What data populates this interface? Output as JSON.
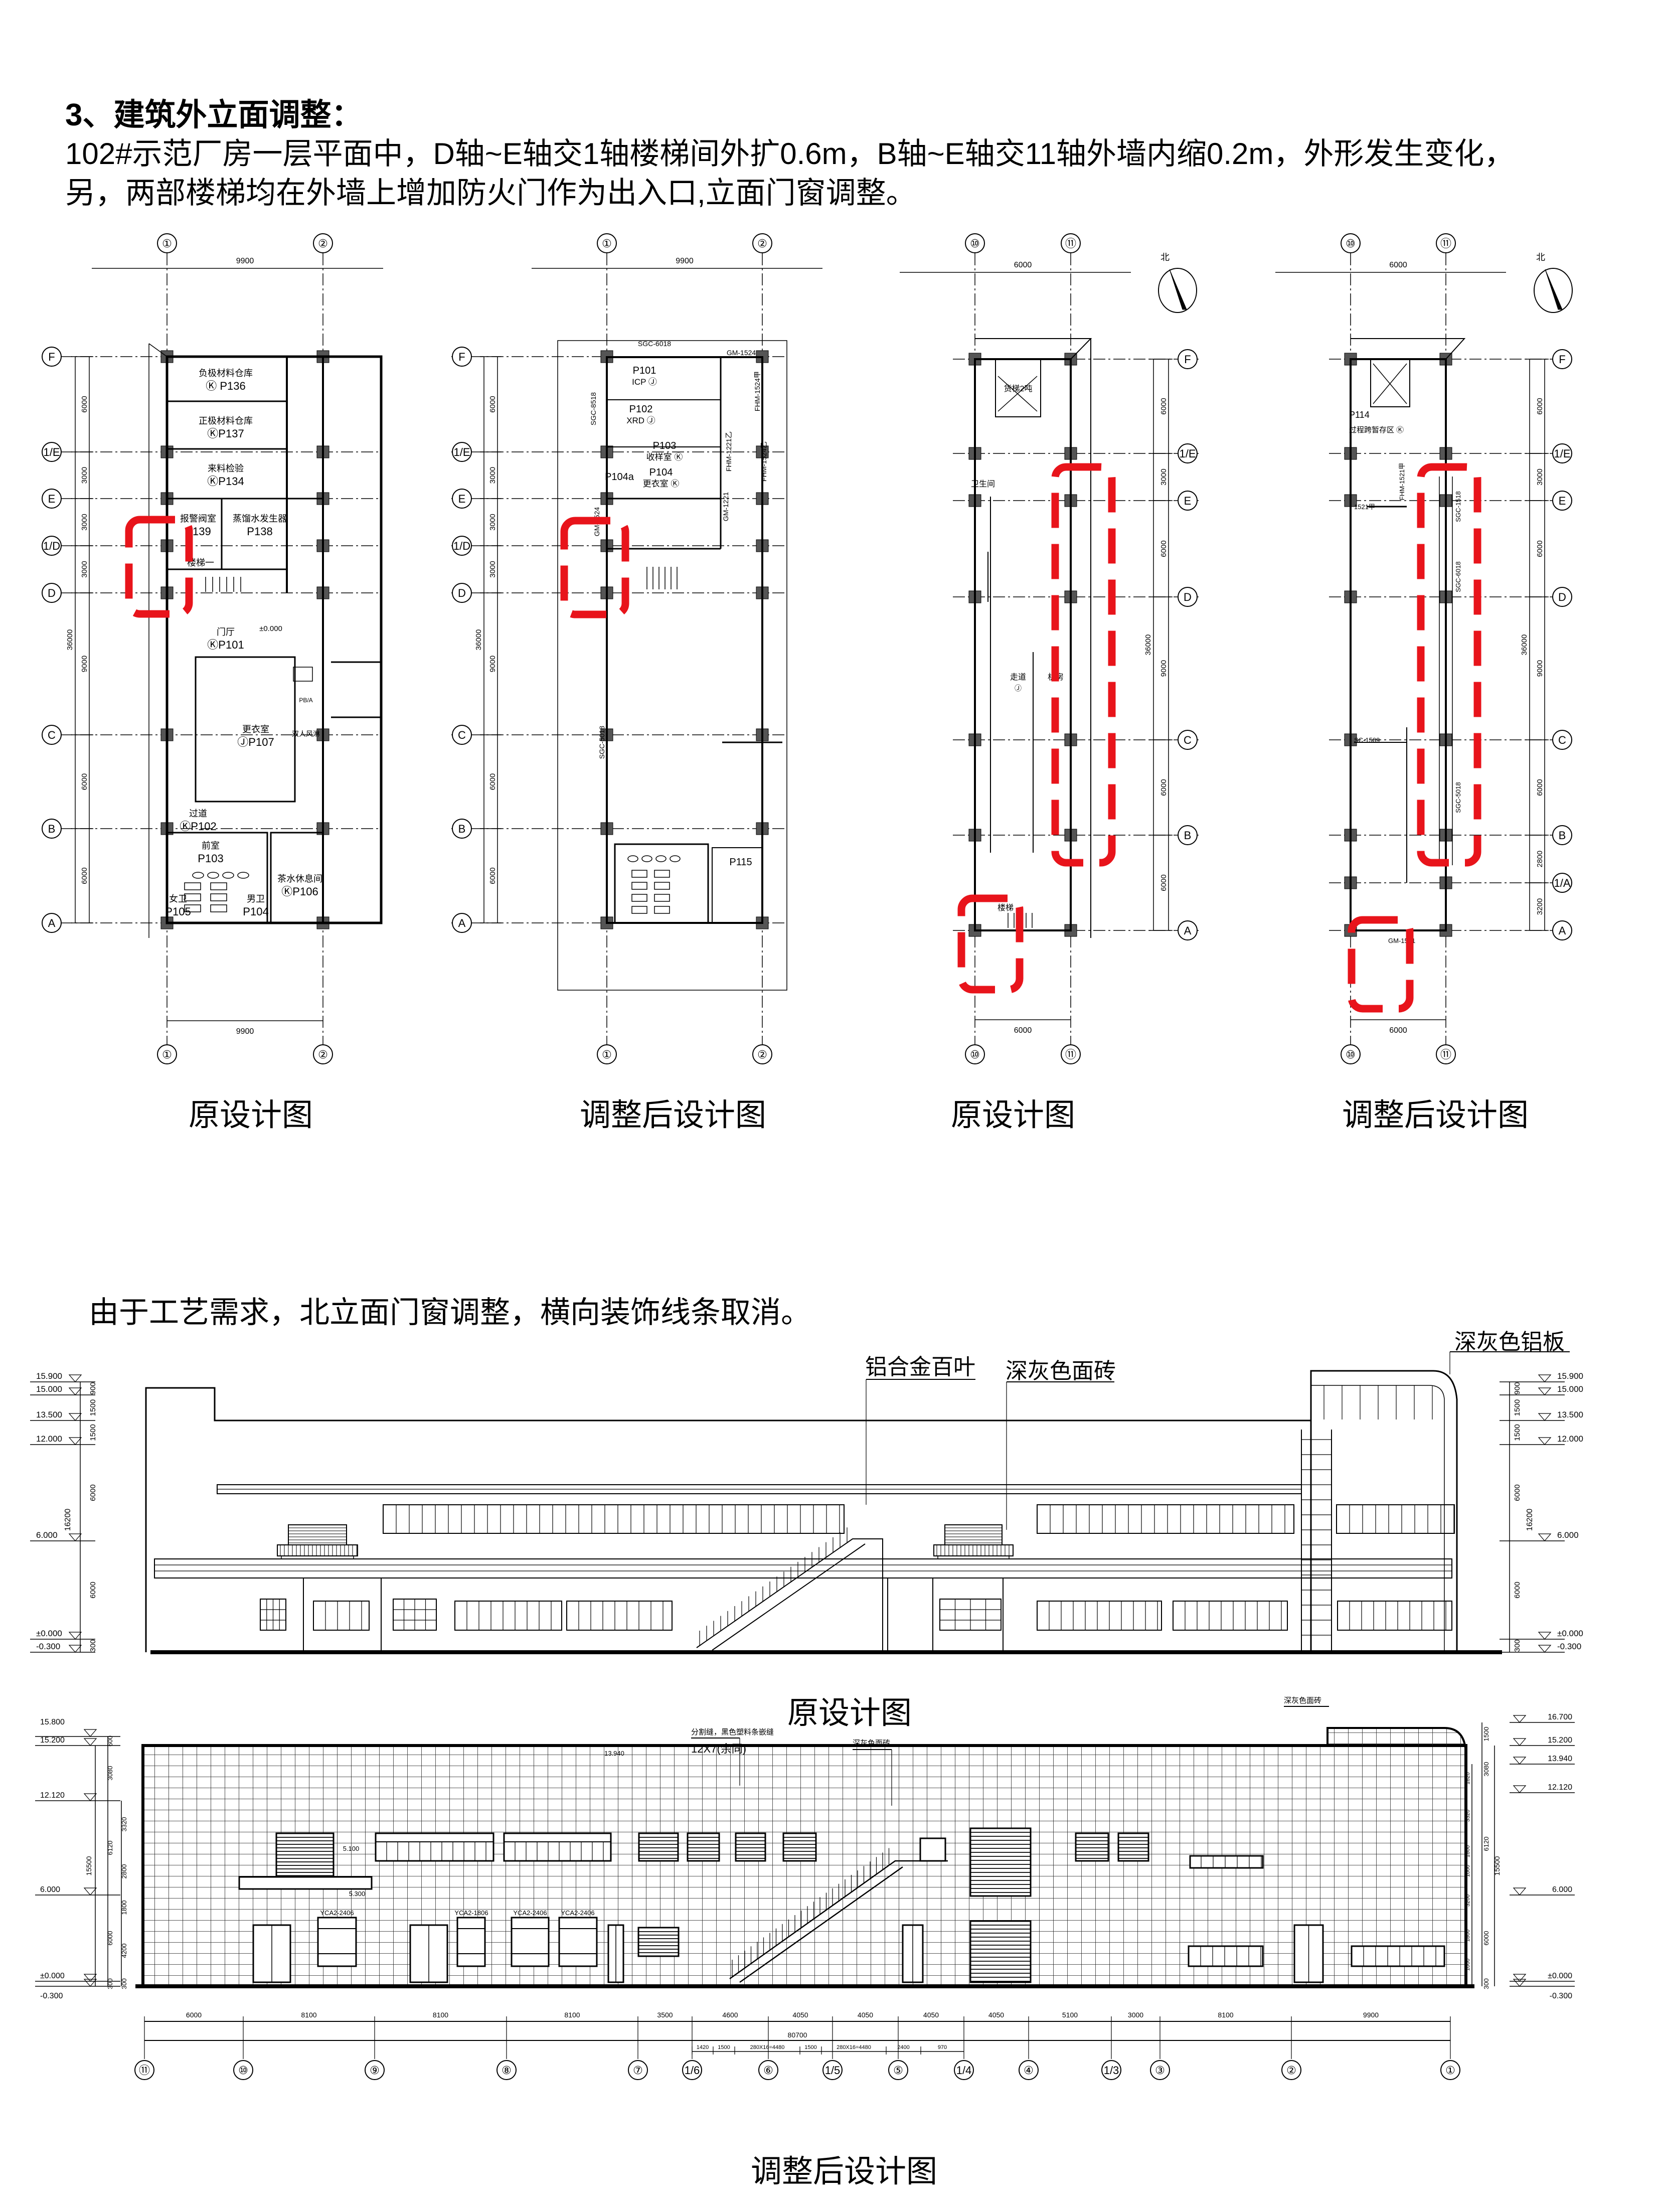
{
  "header": {
    "title": "3、建筑外立面调整：",
    "line1": "102#示范厂房一层平面中，D轴~E轴交1轴楼梯间外扩0.6m，B轴~E轴交11轴外墙内缩0.2m，外形发生变化，",
    "line2": "另，两部楼梯均在外墙上增加防火门作为出入口,立面门窗调整。"
  },
  "captions": {
    "plan1": "原设计图",
    "plan2": "调整后设计图",
    "plan3": "原设计图",
    "plan4": "调整后设计图",
    "elev1": "原设计图",
    "elev2": "调整后设计图"
  },
  "note": "由于工艺需求，北立面门窗调整，横向装饰线条取消。",
  "colors": {
    "highlight": "#e8141b",
    "line": "#000000"
  },
  "plans": [
    {
      "cols": [
        "①",
        "②"
      ],
      "rows": [
        "F",
        "1/E",
        "E",
        "1/D",
        "D",
        "C",
        "B",
        "A"
      ],
      "top_dim": "9900",
      "bottom_dim": "9900",
      "side_dims": [
        "6000",
        "3000",
        "3000",
        "3000",
        "9000",
        "6000",
        "6000"
      ],
      "total": "36000",
      "rooms": [
        {
          "name": "负极材料仓库",
          "code": "Ⓚ P136"
        },
        {
          "name": "正极材料仓库",
          "code": "ⓀP137"
        },
        {
          "name": "来料检验",
          "code": "ⓀP134"
        },
        {
          "name": "报警阀室",
          "code": "P139"
        },
        {
          "name": "蒸馏水发生器",
          "code": "P138"
        },
        {
          "name": "楼梯一",
          "code": ""
        },
        {
          "name": "门厅",
          "code": "ⓀP101"
        },
        {
          "name": "更衣室",
          "code": "ⒿP107"
        },
        {
          "name": "过道",
          "code": "ⓀP102"
        },
        {
          "name": "前室",
          "code": "P103"
        },
        {
          "name": "女卫",
          "code": "P105"
        },
        {
          "name": "男卫",
          "code": "P104"
        },
        {
          "name": "茶水休息间",
          "code": "ⓀP106"
        }
      ],
      "tags": [
        "±0.000",
        "双人风淋",
        "PB/A"
      ]
    },
    {
      "cols": [
        "①",
        "②"
      ],
      "rows": [
        "F",
        "1/E",
        "E",
        "1/D",
        "D",
        "C",
        "B",
        "A"
      ],
      "top_dim": "9900",
      "side_dims": [
        "6000",
        "3000",
        "3000",
        "3000",
        "9000",
        "6000",
        "6000"
      ],
      "total": "36000",
      "rooms": [
        {
          "name": "P101",
          "code": "ICP Ⓙ"
        },
        {
          "name": "P102",
          "code": "XRD Ⓙ"
        },
        {
          "name": "P103",
          "code": "收样室 Ⓚ"
        },
        {
          "name": "P104",
          "code": "更衣室 Ⓚ"
        },
        {
          "name": "P104a",
          "code": ""
        },
        {
          "name": "P115",
          "code": ""
        }
      ],
      "tags": [
        "SGC-6018",
        "SGC-8518",
        "GM-1524",
        "FHM-1221乙",
        "GM-1221",
        "FHM-1524甲",
        "FHM-1524乙",
        "GM-1524",
        "SGC-5018"
      ]
    },
    {
      "cols": [
        "⑩",
        "⑪"
      ],
      "rows": [
        "F",
        "1/E",
        "E",
        "D",
        "C",
        "B",
        "A"
      ],
      "top_dim": "6000",
      "bottom_dim": "6000",
      "side_dims": [
        "6000",
        "3000",
        "6000",
        "9000",
        "6000",
        "6000"
      ],
      "total": "36000",
      "north": "北",
      "rooms": [
        {
          "name": "货梯2吨",
          "code": ""
        },
        {
          "name": "走道",
          "code": "Ⓙ"
        },
        {
          "name": "机房",
          "code": ""
        },
        {
          "name": "楼梯",
          "code": ""
        },
        {
          "name": "卫生间",
          "code": ""
        }
      ],
      "tags": []
    },
    {
      "cols": [
        "⑩",
        "⑪"
      ],
      "rows": [
        "F",
        "1/E",
        "E",
        "D",
        "C",
        "B",
        "1/A",
        "A"
      ],
      "top_dim": "6000",
      "bottom_dim": "6000",
      "side_dims": [
        "6000",
        "3000",
        "6000",
        "9000",
        "6000",
        "2800",
        "3200"
      ],
      "total": "36000",
      "north": "北",
      "rooms": [
        {
          "name": "P114",
          "code": "过程跨暂存区 Ⓚ"
        }
      ],
      "tags": [
        "FHM-1521甲",
        "1521甲",
        "SGC-1518",
        "SGC-6018",
        "SGC-5018",
        "SC-1509",
        "GM-1521"
      ]
    }
  ],
  "elevation1": {
    "labels": [
      "铝合金百叶",
      "深灰色面砖",
      "深灰色铝板"
    ],
    "levels": [
      "15.900",
      "15.000",
      "13.500",
      "12.000",
      "6.000",
      "±0.000",
      "-0.300"
    ],
    "dims": [
      "900",
      "1500",
      "1500",
      "6000",
      "6000",
      "300"
    ],
    "total": "16200"
  },
  "elevation2": {
    "labels": [
      "分割缝，黑色塑料条嵌缝",
      "12X7(余同)",
      "深灰色面砖",
      "深灰色面砖"
    ],
    "levels_left": [
      "15.800",
      "15.200",
      "12.120",
      "6.000",
      "±0.000",
      "-0.300"
    ],
    "dims_left": [
      "600",
      "3080",
      "6120",
      "6000",
      "300"
    ],
    "subdims_left": [
      "3320",
      "2800",
      "1800",
      "4200",
      "300"
    ],
    "total_left": "15500",
    "levels_right": [
      "16.700",
      "15.200",
      "13.940",
      "12.120",
      "6.000",
      "±0.000",
      "-0.300"
    ],
    "dims_right": [
      "1500",
      "3080",
      "6120",
      "6000",
      "300"
    ],
    "subdims_right": [
      "1820",
      "3320",
      "1800",
      "1000",
      "3200",
      "1800",
      "1000"
    ],
    "total_right": "15500",
    "window_tags": [
      "YCA2-2406",
      "YCA2-1806",
      "YCA2-2406",
      "YCA2-2406",
      "5.100",
      "5.300",
      "13.940"
    ],
    "axes": [
      "⑪",
      "⑩",
      "⑨",
      "⑧",
      "⑦",
      "1/6",
      "⑥",
      "1/5",
      "⑤",
      "1/4",
      "④",
      "1/3",
      "③",
      "②",
      "①"
    ],
    "axis_dims": [
      "6000",
      "8100",
      "8100",
      "8100",
      "3500",
      "4600",
      "4050",
      "4050",
      "4050",
      "4050",
      "5100",
      "3000",
      "8100",
      "9900"
    ],
    "axis_total": "80700",
    "sub_dims": [
      "1420",
      "1500",
      "280X16=4480",
      "1500",
      "280X16=4480",
      "2400",
      "970"
    ]
  }
}
